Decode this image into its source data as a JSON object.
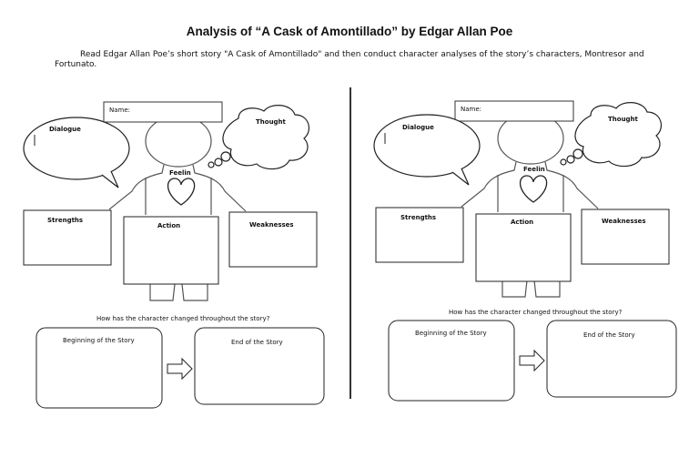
{
  "title": "Analysis of “A Cask of Amontillado” by Edgar Allan Poe",
  "intro": "Read Edgar Allan Poe’s short story \"A Cask of Amontillado\" and then conduct character analyses of the story’s characters, Montresor and Fortunato.",
  "organizer": {
    "name_label": "Name:",
    "dialogue_label": "Dialogue",
    "thought_label": "Thought",
    "feeling_label": "Feelin",
    "strengths_label": "Strengths",
    "action_label": "Action",
    "weaknesses_label": "Weaknesses",
    "change_question": "How has the character changed throughout the story?",
    "beginning_label": "Beginning of the Story",
    "end_label": "End of the Story"
  },
  "icons": [
    "heart-icon",
    "arrow-right-icon",
    "person-outline"
  ]
}
